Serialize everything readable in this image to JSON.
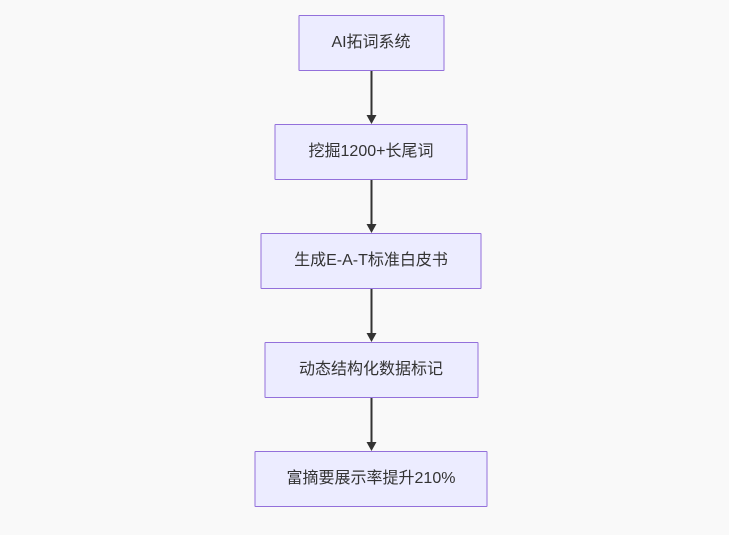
{
  "page": {
    "background_color": "#f9f9f9"
  },
  "diagram": {
    "type": "flowchart",
    "direction": "top-down",
    "node_fill_color": "#ECECFF",
    "node_border_color": "#9370DB",
    "node_text_color": "#333333",
    "arrow_color": "#333333",
    "nodes": [
      {
        "label": "AI拓词系统"
      },
      {
        "label": "挖掘1200+长尾词"
      },
      {
        "label": "生成E-A-T标准白皮书"
      },
      {
        "label": "动态结构化数据标记"
      },
      {
        "label": "富摘要展示率提升210%"
      }
    ],
    "edges": [
      {
        "from": "AI拓词系统",
        "to": "挖掘1200+长尾词"
      },
      {
        "from": "挖掘1200+长尾词",
        "to": "生成E-A-T标准白皮书"
      },
      {
        "from": "生成E-A-T标准白皮书",
        "to": "动态结构化数据标记"
      },
      {
        "from": "动态结构化数据标记",
        "to": "富摘要展示率提升210%"
      }
    ]
  }
}
